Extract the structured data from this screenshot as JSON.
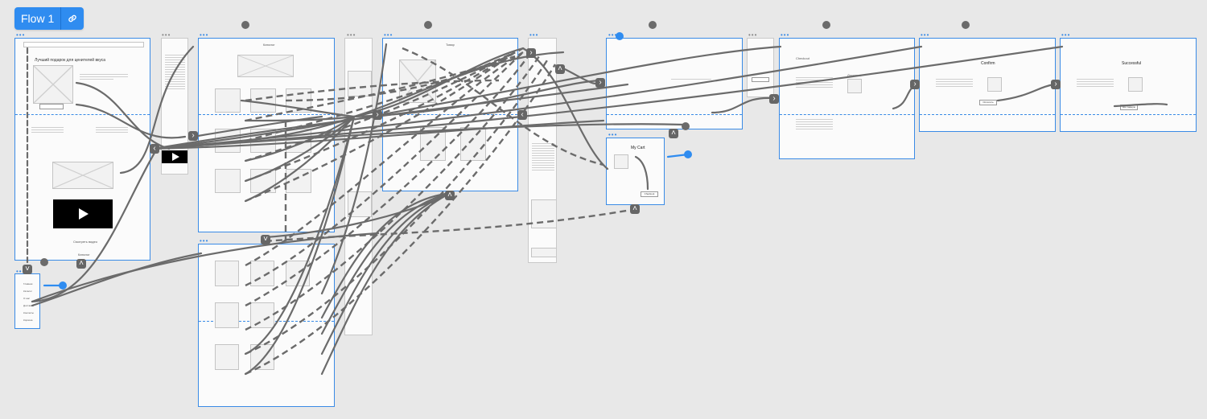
{
  "flow": {
    "name": "Flow 1",
    "link_icon": "link-icon"
  },
  "screens": {
    "home": {
      "headline": "Лучший подарок для ценителей вкуса",
      "video_caption": "Смотреть видео",
      "footer": "Каталог"
    },
    "catalog": {
      "header": "Каталог"
    },
    "product": {
      "header": "Товар"
    },
    "cart": {
      "title": "My Cart",
      "button": "Checkout"
    },
    "checkout": {
      "title": "Checkout",
      "step": "Доставка"
    },
    "confirm": {
      "title": "Confirm",
      "button": "Оплатить"
    },
    "success": {
      "title": "Successful",
      "button": "На главную"
    },
    "menu": {
      "items": [
        "Главная",
        "Каталог",
        "О нас",
        "Доставка",
        "Контакты",
        "Корзина"
      ]
    }
  },
  "colors": {
    "accent": "#2f8cf0",
    "connector": "#6b6b6b",
    "fold": "#3a8be6",
    "canvas": "#e8e8e8"
  }
}
